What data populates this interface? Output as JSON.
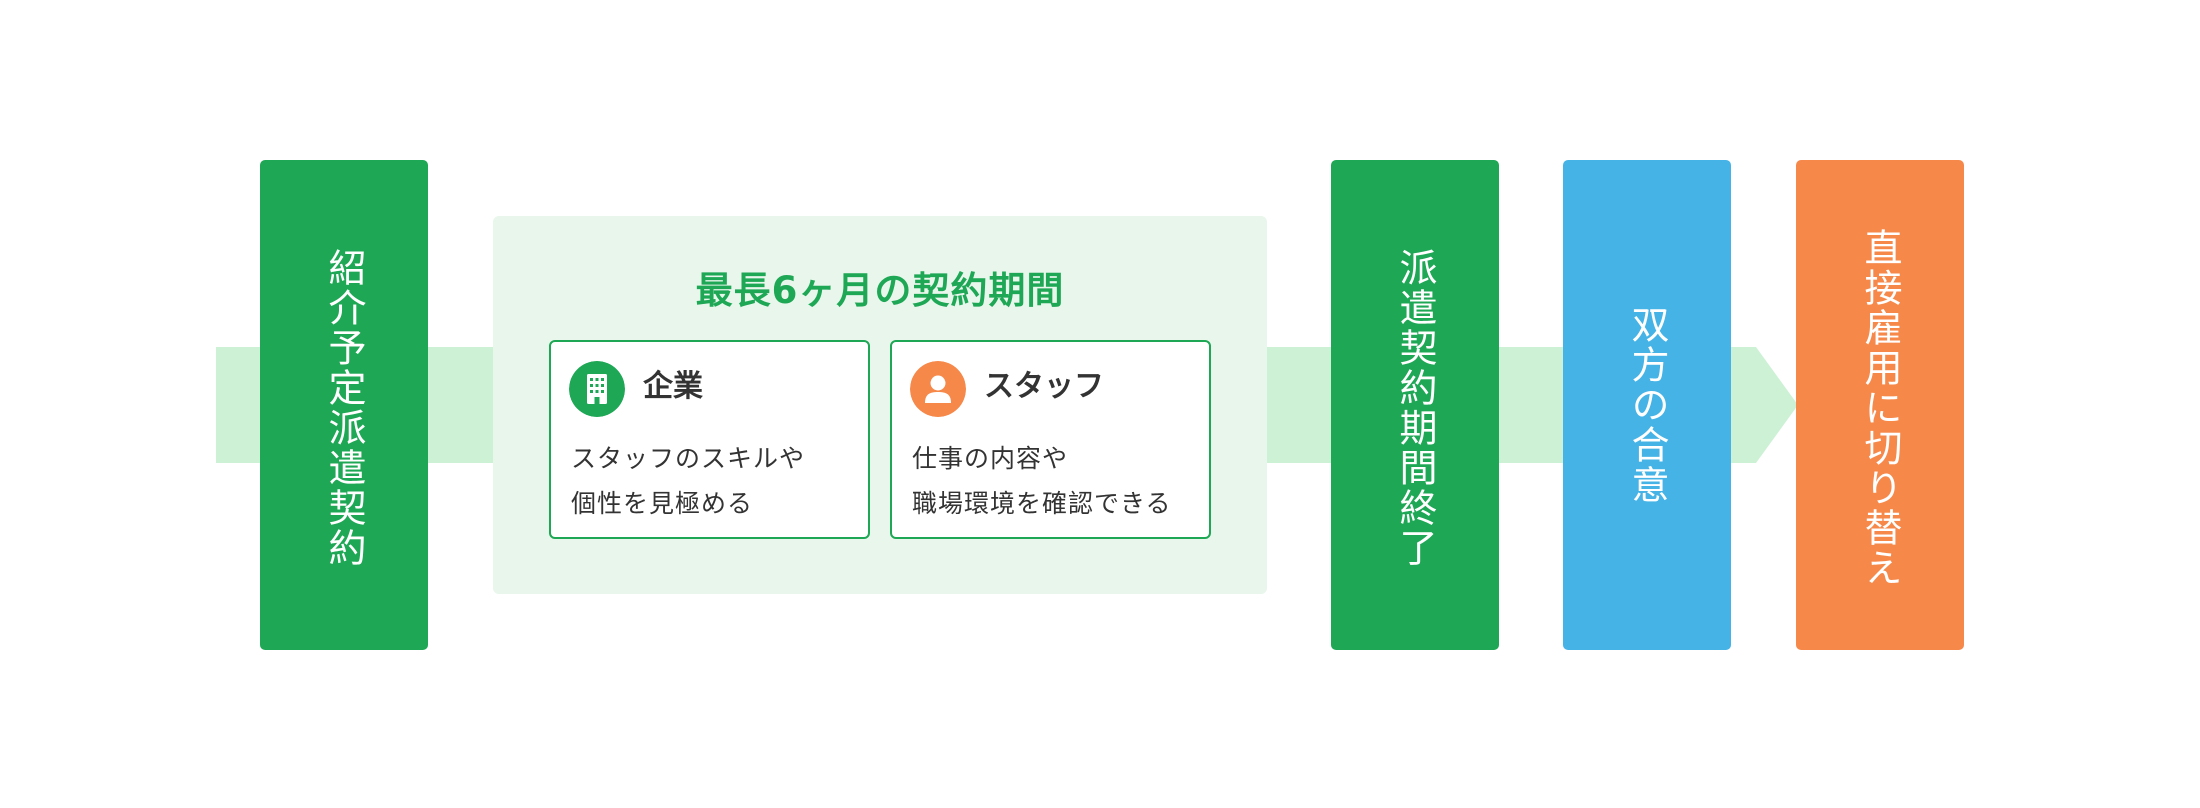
{
  "steps": [
    {
      "label": "紹介予定派遣契約"
    },
    {
      "label": "派遣契約期間終了"
    },
    {
      "label": "双方の合意"
    },
    {
      "label": "直接雇用に切り替え"
    }
  ],
  "period": {
    "title": "最長6ヶ月の契約期間",
    "cards": [
      {
        "icon": "building-icon",
        "title": "企業",
        "lines": [
          "スタッフのスキルや",
          "個性を見極める"
        ]
      },
      {
        "icon": "person-icon",
        "title": "スタッフ",
        "lines": [
          "仕事の内容や",
          "職場環境を確認できる"
        ]
      }
    ]
  },
  "colors": {
    "green": "#1ea755",
    "blue": "#45b3e6",
    "orange": "#f6884a",
    "arrow": "#cdf1d5",
    "panel": "#e8f6eb"
  }
}
